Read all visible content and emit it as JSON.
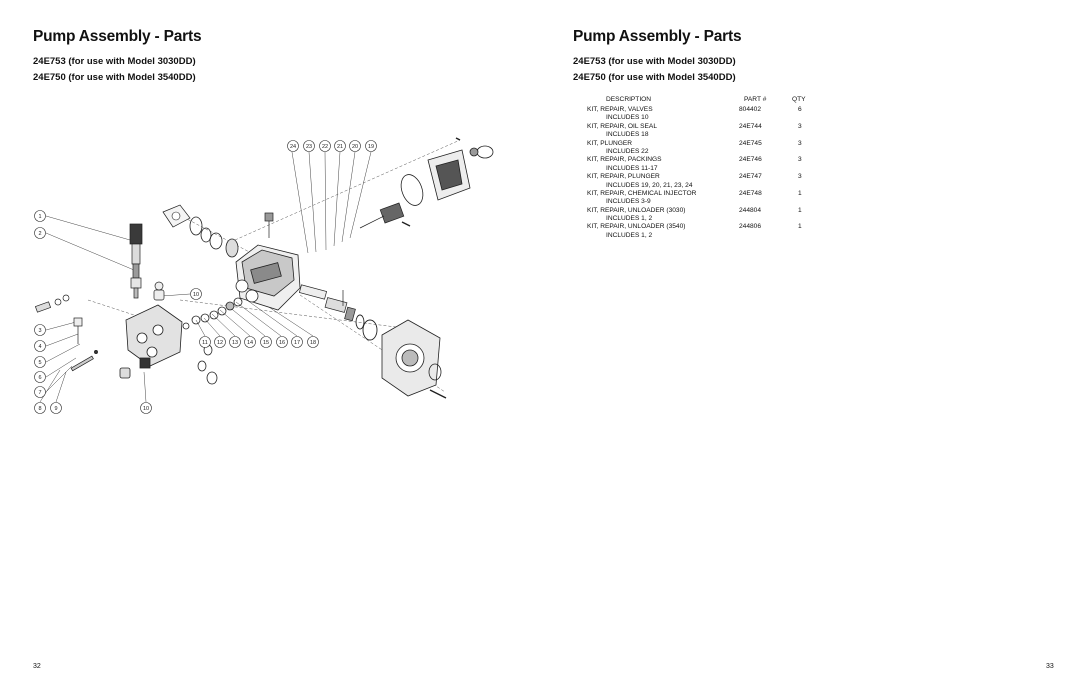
{
  "left_page": {
    "title": "Pump Assembly - Parts",
    "model_line_1": "24E753 (for use with Model 3030DD)",
    "model_line_2": "24E750 (for use with Model 3540DD)",
    "page_number": "32",
    "callouts": {
      "left_column": [
        "1",
        "2",
        "3",
        "4",
        "5",
        "6",
        "7",
        "8",
        "9"
      ],
      "top_row": [
        "24",
        "23",
        "22",
        "21",
        "20",
        "19"
      ],
      "right_10": "10",
      "bottom_row": [
        "11",
        "12",
        "13",
        "14",
        "15",
        "16",
        "17",
        "18"
      ],
      "bottom_10": "10"
    }
  },
  "right_page": {
    "title": "Pump Assembly - Parts",
    "model_line_1": "24E753 (for use with Model 3030DD)",
    "model_line_2": "24E750 (for use with Model 3540DD)",
    "page_number": "33",
    "table": {
      "headers": {
        "description": "DESCRIPTION",
        "part": "PART #",
        "qty": "QTY"
      },
      "rows": [
        {
          "description": "KIT, REPAIR, VALVES",
          "part": "804402",
          "qty": "6",
          "includes": "INCLUDES 10"
        },
        {
          "description": "KIT, REPAIR, OIL SEAL",
          "part": "24E744",
          "qty": "3",
          "includes": "INCLUDES 18"
        },
        {
          "description": "KIT, PLUNGER",
          "part": "24E745",
          "qty": "3",
          "includes": "INCLUDES 22"
        },
        {
          "description": "KIT, REPAIR, PACKINGS",
          "part": "24E746",
          "qty": "3",
          "includes": "INCLUDES 11-17"
        },
        {
          "description": "KIT, REPAIR, PLUNGER",
          "part": "24E747",
          "qty": "3",
          "includes": "INCLUDES 19, 20, 21, 23, 24"
        },
        {
          "description": "KIT, REPAIR, CHEMICAL INJECTOR",
          "part": "24E748",
          "qty": "1",
          "includes": "INCLUDES 3-9"
        },
        {
          "description": "KIT, REPAIR, UNLOADER (3030)",
          "part": "244804",
          "qty": "1",
          "includes": "INCLUDES 1, 2"
        },
        {
          "description": "KIT, REPAIR, UNLOADER (3540)",
          "part": "244806",
          "qty": "1",
          "includes": "INCLUDES 1, 2"
        }
      ]
    }
  }
}
